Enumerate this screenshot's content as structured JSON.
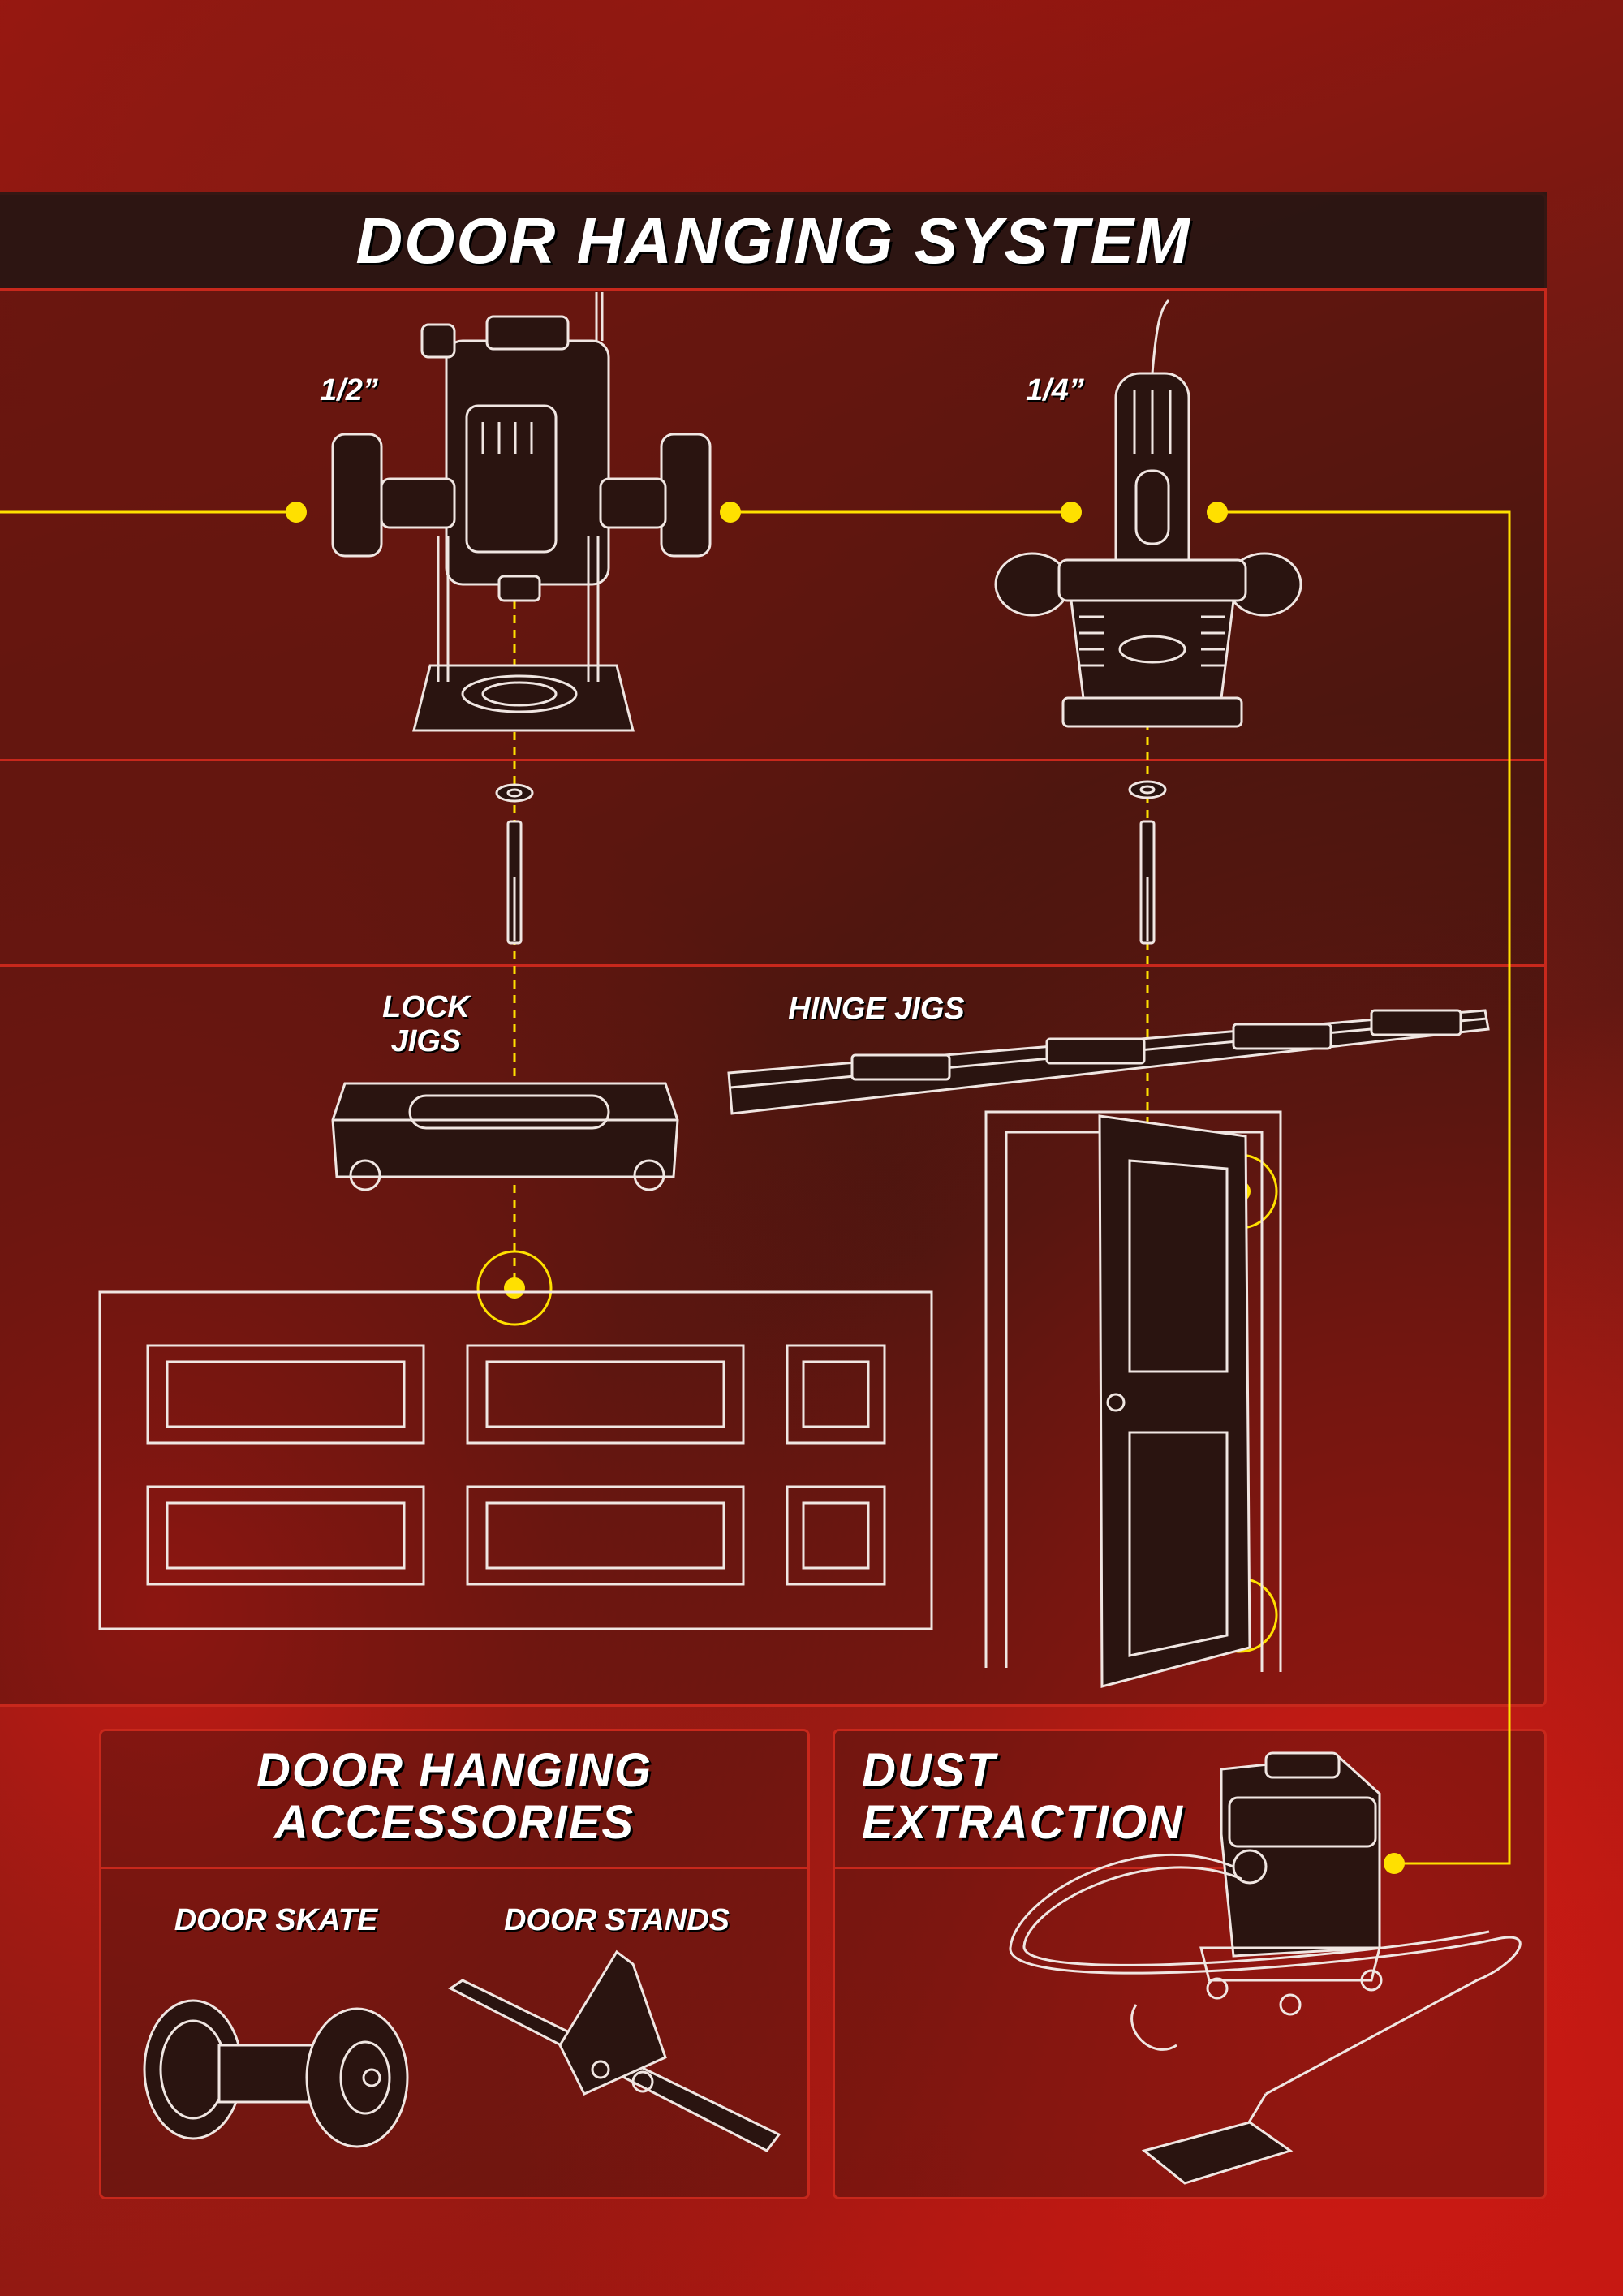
{
  "title": "DOOR HANGING SYSTEM",
  "routers": {
    "half_inch": "1/2”",
    "quarter_inch": "1/4”"
  },
  "jigs": {
    "lock": "LOCK\nJIGS",
    "hinge": "HINGE JIGS"
  },
  "accessories": {
    "title": "DOOR HANGING\nACCESSORIES",
    "door_skate": "DOOR SKATE",
    "door_stands": "DOOR STANDS"
  },
  "dust": {
    "title": "DUST\nEXTRACTION"
  },
  "colors": {
    "accent": "#ffe000",
    "panel_border": "#c8281c",
    "line_art": "#f0e6e2"
  }
}
